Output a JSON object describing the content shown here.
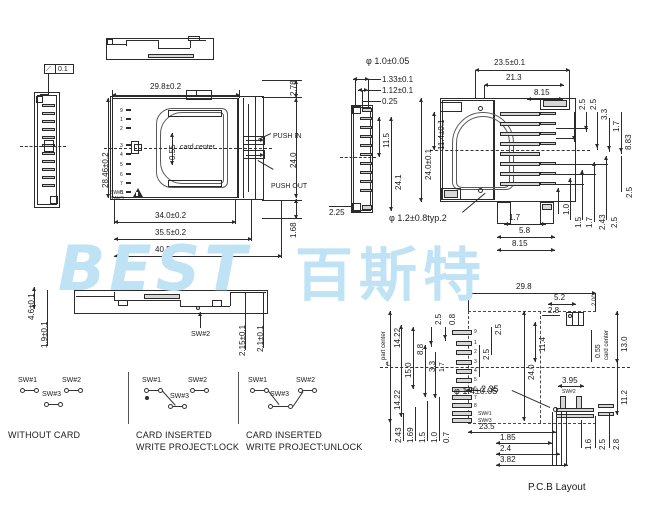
{
  "document": {
    "kind": "mechanical-drawing",
    "subject": "SD card socket connector outline drawing",
    "watermark_brand": "BEST",
    "watermark_cn": "百斯特",
    "watermark_color": "#bfe3f5"
  },
  "views": {
    "top_small": {
      "name": "top edge view"
    },
    "left_side": {
      "name": "left side view",
      "gdt": "0.1"
    },
    "main_top": {
      "name": "main top view",
      "dims": {
        "width_inner": "29.8±0.2",
        "height": "28.46±0.2",
        "d34": "34.0±0.2",
        "d355": "35.5±0.2",
        "d405": "40.5±0.2",
        "right_top": "2.78",
        "right_mid": "24.0",
        "right_bot": "1.68",
        "card_center": "card  center",
        "c055": "0.55"
      },
      "callouts": {
        "push_in": "PUSH IN",
        "push_out": "PUSH OUT"
      },
      "pin_labels": [
        "9",
        "1",
        "2",
        "3",
        "4",
        "5",
        "6",
        "7",
        "8"
      ],
      "sw_labels": [
        "SW#1",
        "SW#3"
      ]
    },
    "front_side": {
      "name": "front side view",
      "dims": {
        "phi_top": "φ 1.0±0.05",
        "d133": "1.33±0.1",
        "d112": "1.12±0.1",
        "d025": "0.25",
        "d115": "11.5",
        "d241": "24.1",
        "d225": "2.25"
      }
    },
    "right_section": {
      "name": "right section view",
      "dims": {
        "d235": "23.5±0.1",
        "d213": "21.3",
        "d815_top": "8.15",
        "d114": "11.4±0.1",
        "d240": "24.0±0.1",
        "phi_bot": "φ 1.2±0.8typ.2",
        "d17": "1.7",
        "d58": "5.8",
        "d815_bot": "8.15"
      },
      "right_stack_top": [
        "2.5",
        "2.5",
        "3.3",
        "1.7",
        "8.83"
      ],
      "right_stack_bot": [
        "1.0",
        "1.5",
        "1.7",
        "2.43",
        "2.5",
        "2.5"
      ]
    },
    "bottom_section": {
      "name": "bottom section view",
      "dims": {
        "d46": "4.6±0.1",
        "d19": "1.9±0.1",
        "d215": "2.15±0.1",
        "d21": "2.1±0.1",
        "sw2": "SW#2"
      }
    },
    "pcb": {
      "title": "P.C.B Layout",
      "dims": {
        "d298": "29.8",
        "d52": "5.2",
        "d200": "2.00",
        "d28": "2.8",
        "d114": "11.4",
        "d240": "24.0",
        "d055": "0.55",
        "d130": "13.0",
        "d112": "11.2",
        "d395": "3.95",
        "phi14": "φ 1.4±0.05",
        "d235": "23.5",
        "d185": "1.85",
        "d24": "2.4",
        "d382": "3.82",
        "d16": "1.6",
        "d25a": "2.5",
        "d28b": "2.8",
        "d1422_top": "14.22",
        "d1422_bot": "14.22",
        "d150": "15.0",
        "d88": "8.8",
        "d33": "3.3",
        "d17": "1.7",
        "d243": "2.43",
        "d169": "1.69",
        "d15": "1.5",
        "d10": "1.0",
        "d07": "0.7",
        "d25_1": "2.5",
        "d08": "0.8",
        "d25_2": "2.5",
        "d25_3": "2.5",
        "d235b": "2.35",
        "part_center": "part  center",
        "card_center": "card  center",
        "sw2": "SW#2",
        "sw1": "SW#1",
        "sw3": "SW#3"
      },
      "pad_labels": [
        "9",
        "1",
        "2",
        "3",
        "4",
        "5",
        "6",
        "7",
        "8"
      ]
    }
  },
  "switch_diagrams": [
    {
      "id": "without-card",
      "caption_line1": "WITHOUT CARD",
      "caption_line2": "",
      "labels": {
        "sw1": "SW#1",
        "sw2": "SW#2",
        "sw3": "SW#3"
      }
    },
    {
      "id": "card-inserted-lock",
      "caption_line1": "CARD INSERTED",
      "caption_line2": "WRITE PROJECT:LOCK",
      "labels": {
        "sw1": "SW#1",
        "sw2": "SW#2",
        "sw3": "SW#3"
      }
    },
    {
      "id": "card-inserted-unlock",
      "caption_line1": "CARD INSERTED",
      "caption_line2": "WRITE PROJECT:UNLOCK",
      "labels": {
        "sw1": "SW#1",
        "sw2": "SW#2",
        "sw3": "SW#3"
      }
    }
  ]
}
